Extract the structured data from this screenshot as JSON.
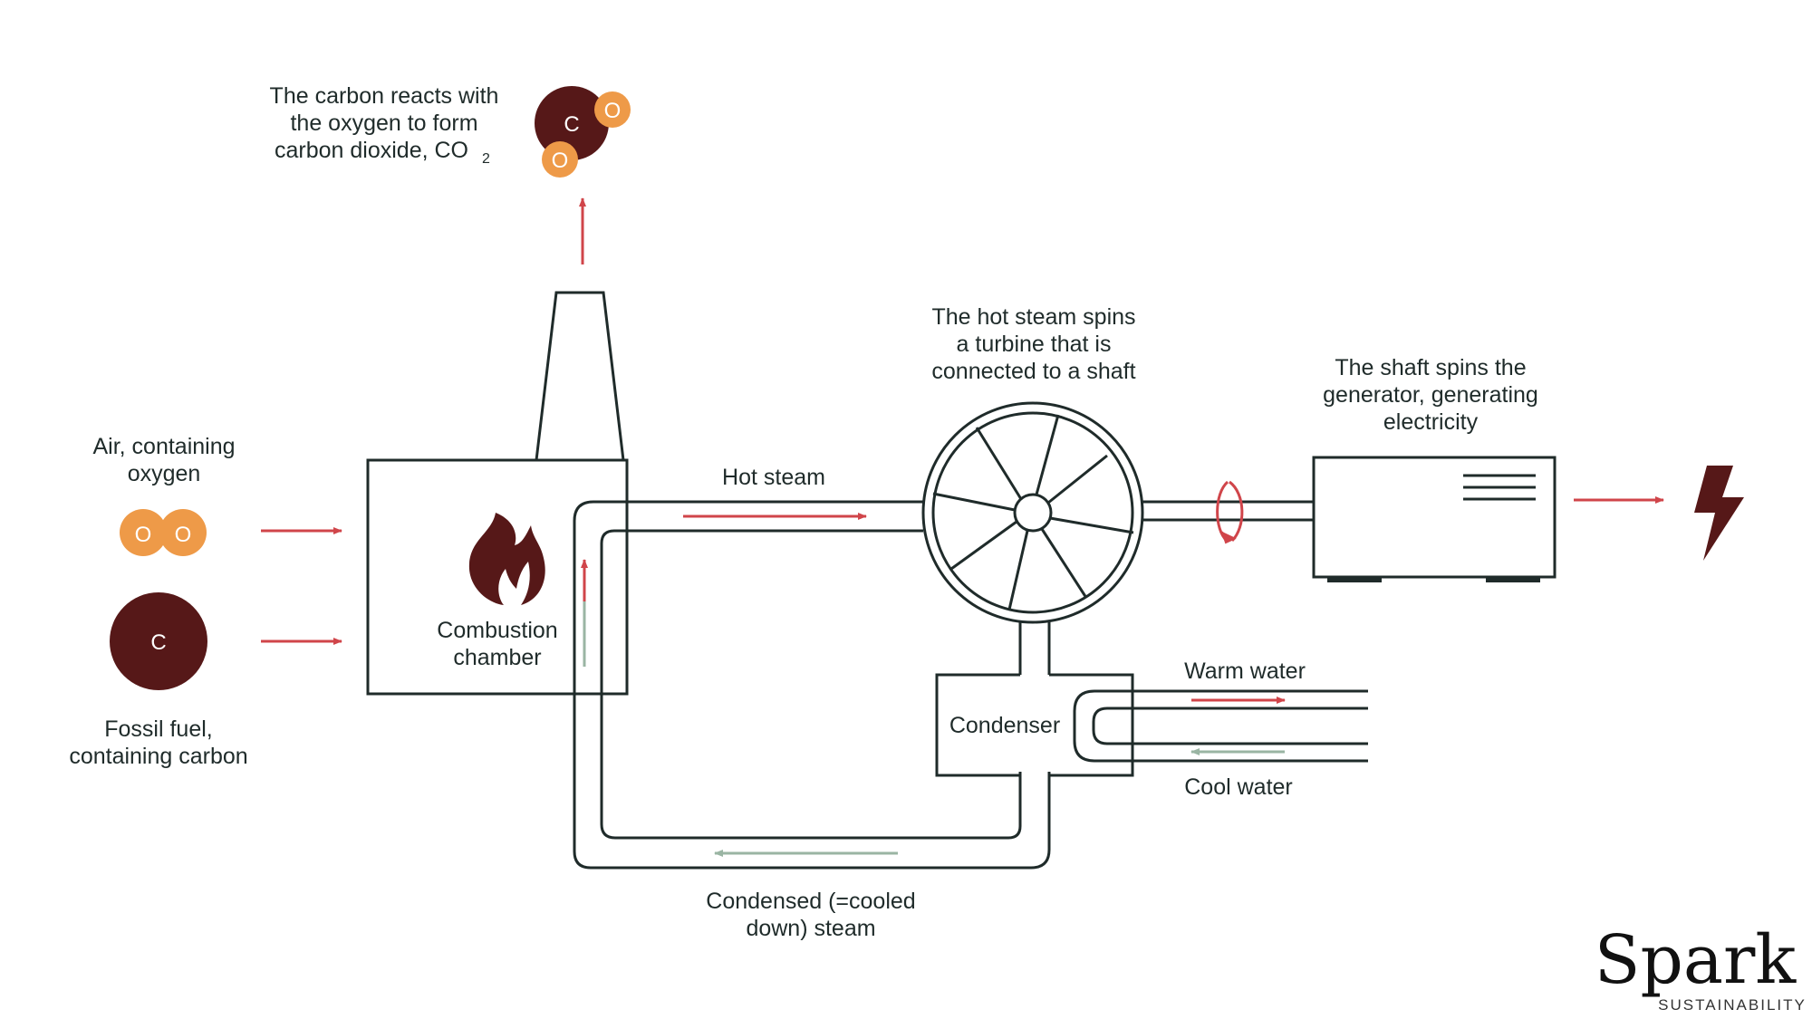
{
  "colors": {
    "line": "#1f2b2a",
    "arrow_red": "#d0454a",
    "arrow_green": "#9ab5a3",
    "carbon": "#561818",
    "oxygen": "#ee9a48",
    "atom_text": "#ffffff"
  },
  "labels": {
    "co2_line1": "The carbon reacts with",
    "co2_line2": "the oxygen to form",
    "co2_line3": "carbon dioxide, CO",
    "co2_subscript": "2",
    "air_line1": "Air, containing",
    "air_line2": "oxygen",
    "fuel_line1": "Fossil fuel,",
    "fuel_line2": "containing carbon",
    "combustion_line1": "Combustion",
    "combustion_line2": "chamber",
    "hot_steam": "Hot steam",
    "turbine_line1": "The hot steam spins",
    "turbine_line2": "a turbine that is",
    "turbine_line3": "connected to a shaft",
    "generator_line1": "The shaft spins the",
    "generator_line2": "generator, generating",
    "generator_line3": "electricity",
    "condenser": "Condenser",
    "warm_water": "Warm water",
    "cool_water": "Cool water",
    "condensed_line1": "Condensed (=cooled",
    "condensed_line2": "down) steam"
  },
  "atoms": {
    "carbon": "C",
    "oxygen": "O"
  },
  "icons": {
    "flame": "flame-icon",
    "lightning": "lightning-bolt-icon",
    "rotation": "rotation-arrow-icon"
  },
  "logo": {
    "name": "Spark",
    "tagline": "SUSTAINABILITY"
  }
}
